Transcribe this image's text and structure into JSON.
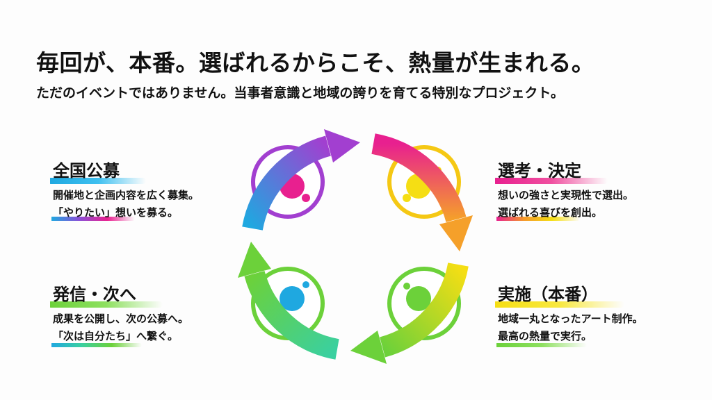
{
  "header": {
    "title": "毎回が、本番。選ばれるからこそ、熱量が生まれる。",
    "subtitle": "ただのイベントではありません。当事者意識と地域の誇りを育てる特別なプロジェクト。"
  },
  "steps": [
    {
      "title": "全国公募",
      "lines": [
        "開催地と企画内容を広く募集。",
        "「やりたい」想いを募る。"
      ],
      "color": "#1fa8e0"
    },
    {
      "title": "選考・決定",
      "lines": [
        "想いの強さと実現性で選出。",
        "選ばれる喜びを創出。"
      ],
      "color": "#e8208f"
    },
    {
      "title": "実施（本番）",
      "lines": [
        "地域一丸となったアート制作。",
        "最高の熱量で実行。"
      ],
      "color": "#f5de14"
    },
    {
      "title": "発信・次へ",
      "lines": [
        "成果を公開し、次の公募へ。",
        "「次は自分たち」へ繋ぐ。"
      ],
      "color": "#6cd13a"
    }
  ],
  "colors": {
    "blue": "#1fa8e0",
    "purple": "#8a4fd8",
    "pink": "#e8208f",
    "orange": "#f59a2a",
    "yellow": "#f5de14",
    "green": "#6cd13a"
  }
}
